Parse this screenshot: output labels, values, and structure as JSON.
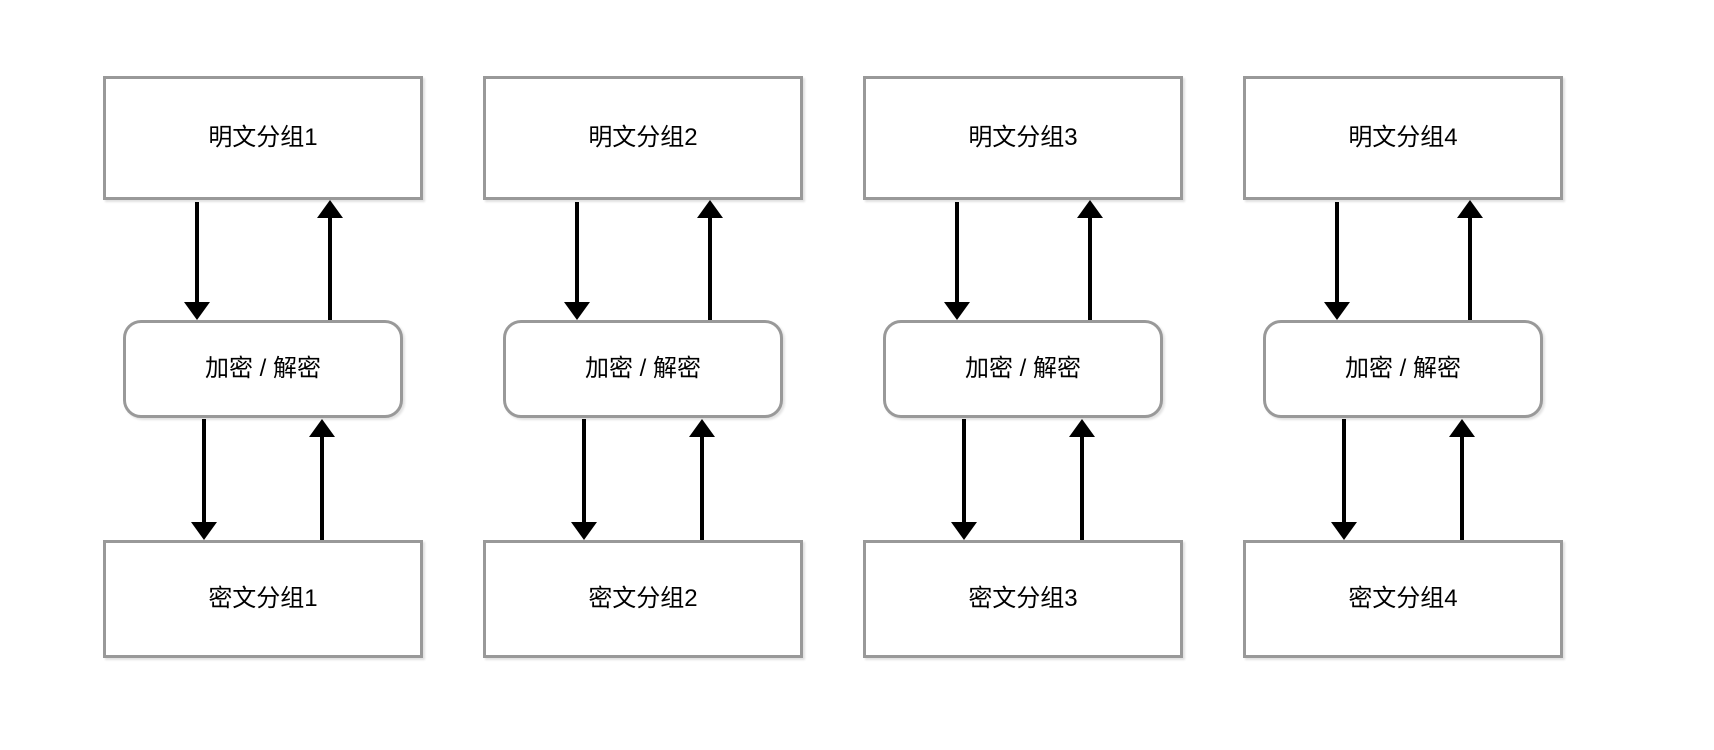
{
  "colors": {
    "box_border": "#999999",
    "box_fill": "#ffffff",
    "arrow": "#000000",
    "text": "#000000",
    "background": "#ffffff"
  },
  "columns": [
    {
      "plaintext_label": "明文分组1",
      "process_label": "加密 / 解密",
      "ciphertext_label": "密文分组1"
    },
    {
      "plaintext_label": "明文分组2",
      "process_label": "加密 / 解密",
      "ciphertext_label": "密文分组2"
    },
    {
      "plaintext_label": "明文分组3",
      "process_label": "加密 / 解密",
      "ciphertext_label": "密文分组3"
    },
    {
      "plaintext_label": "明文分组4",
      "process_label": "加密 / 解密",
      "ciphertext_label": "密文分组4"
    }
  ]
}
